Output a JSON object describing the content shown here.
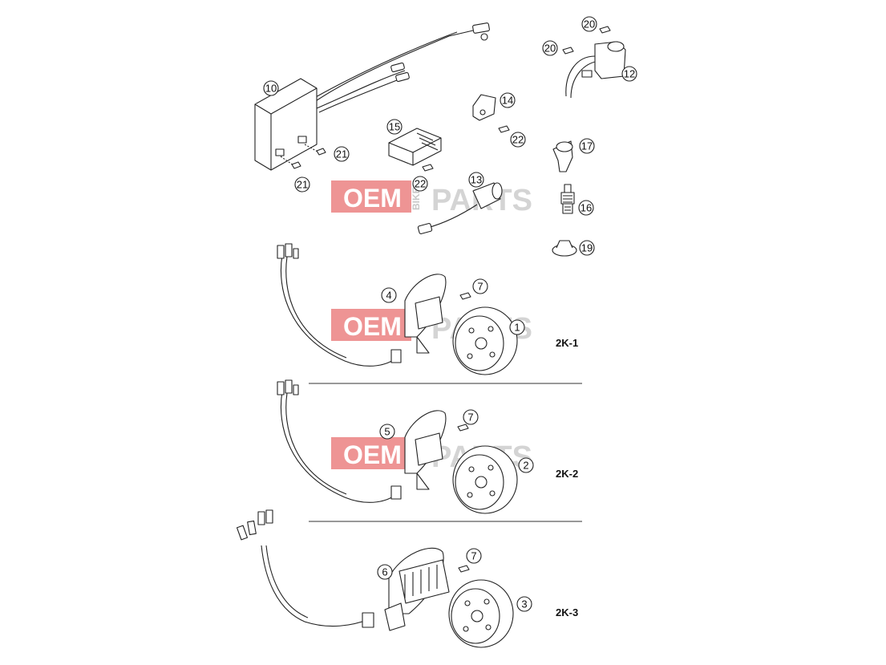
{
  "watermark": {
    "oem": "OEM",
    "bike": "BIKE",
    "parts": "PARTS",
    "oem_color": "#e03c3c",
    "parts_color": "#d0d0d0"
  },
  "callouts": {
    "c1": "1",
    "c2": "2",
    "c3": "3",
    "c4": "4",
    "c5": "5",
    "c6": "6",
    "c7a": "7",
    "c7b": "7",
    "c7c": "7",
    "c10": "10",
    "c12": "12",
    "c13": "13",
    "c14": "14",
    "c15": "15",
    "c16": "16",
    "c17": "17",
    "c19": "19",
    "c20a": "20",
    "c20b": "20",
    "c21a": "21",
    "c21b": "21",
    "c22a": "22",
    "c22b": "22"
  },
  "variants": {
    "v1": "2K-1",
    "v2": "2K-2",
    "v3": "2K-3"
  }
}
